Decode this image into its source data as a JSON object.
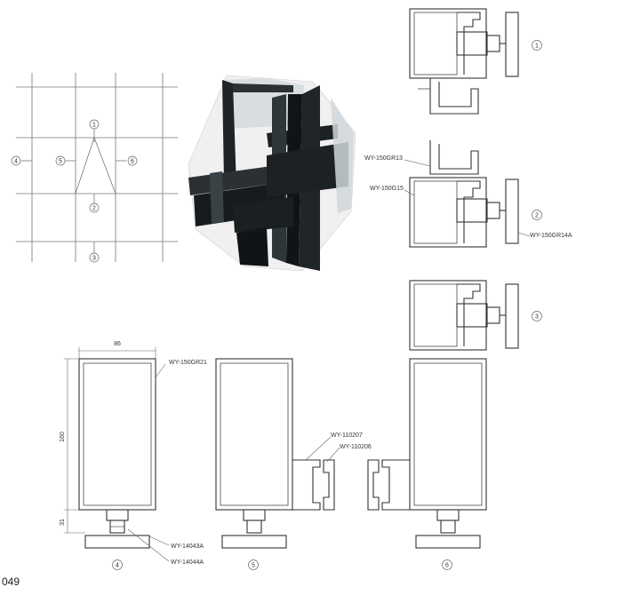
{
  "page": {
    "number": "049"
  },
  "markers": {
    "m1": "1",
    "m2": "2",
    "m3": "3",
    "m4": "4",
    "m5": "5",
    "m6": "6"
  },
  "dimensions": {
    "width": "86",
    "height": "160",
    "base": "31"
  },
  "parts": {
    "p_150gr13": "WY-150GR13",
    "p_150g15": "WY-150G15",
    "p_150gr14a": "WY-150GR14A",
    "p_150gr21": "WY-150GR21",
    "p_110207": "WY-110207",
    "p_110206": "WY-110206",
    "p_14043a": "WY-14043A",
    "p_14044a": "WY-14044A"
  }
}
